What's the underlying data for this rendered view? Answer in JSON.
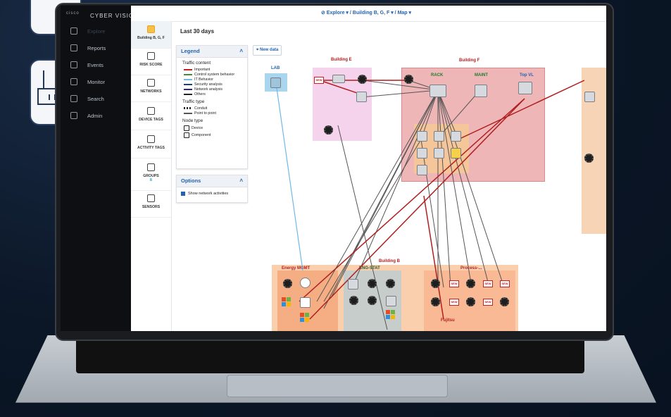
{
  "app": {
    "brand_top": "cisco",
    "brand_name": "CYBER VISION"
  },
  "sidebar": {
    "items": [
      {
        "label": "Explore",
        "icon": "explore-icon"
      },
      {
        "label": "Reports",
        "icon": "report-icon"
      },
      {
        "label": "Events",
        "icon": "calendar-icon"
      },
      {
        "label": "Monitor",
        "icon": "monitor-icon"
      },
      {
        "label": "Search",
        "icon": "search-icon"
      },
      {
        "label": "Admin",
        "icon": "gear-icon"
      }
    ]
  },
  "subnav": {
    "items": [
      {
        "label": "Building B, G, F",
        "icon": "building-icon"
      },
      {
        "label": "RISK SCORE",
        "icon": "gauge-icon"
      },
      {
        "label": "NETWORKS",
        "icon": "network-icon"
      },
      {
        "label": "DEVICE TAGS",
        "icon": "tag-icon"
      },
      {
        "label": "ACTIVITY TAGS",
        "icon": "activity-icon"
      },
      {
        "label": "GROUPS",
        "icon": "group-icon",
        "count": "8"
      },
      {
        "label": "SENSORS",
        "icon": "sensor-icon"
      }
    ]
  },
  "breadcrumb": {
    "text": "⊘ Explore ▾  /  Building B, G, F ▾  /  Map ▾"
  },
  "range": "Last 30 days",
  "legend": {
    "title": "Legend",
    "traffic_content": "Traffic content",
    "traffic_items": [
      {
        "label": "Important",
        "color": "#c82020"
      },
      {
        "label": "Control system behavior",
        "color": "#3f8f3a"
      },
      {
        "label": "IT Behavior",
        "color": "#6fb7e8"
      },
      {
        "label": "Security analysis",
        "color": "#1d3f7a"
      },
      {
        "label": "Network analysis",
        "color": "#2d2d6e"
      },
      {
        "label": "Others",
        "color": "#222222"
      }
    ],
    "traffic_type": "Traffic type",
    "type_items": [
      {
        "label": "Conduit"
      },
      {
        "label": "Point to point"
      }
    ],
    "node_type": "Node type",
    "node_items": [
      {
        "label": "Device"
      },
      {
        "label": "Component"
      }
    ]
  },
  "options": {
    "title": "Options",
    "show_network": "Show network activities"
  },
  "new_data": "New data",
  "map": {
    "labels": {
      "lab": "LAB",
      "building_e": "Building E",
      "building_f": "Building F",
      "rack": "RACK",
      "maint": "MAINT",
      "top_vl": "Top VL",
      "building_b": "Building B",
      "energy": "Energy MGMT",
      "engstat": "ENG-STAT",
      "process": "Process-...",
      "fujitsu": "Fujitsu"
    }
  }
}
